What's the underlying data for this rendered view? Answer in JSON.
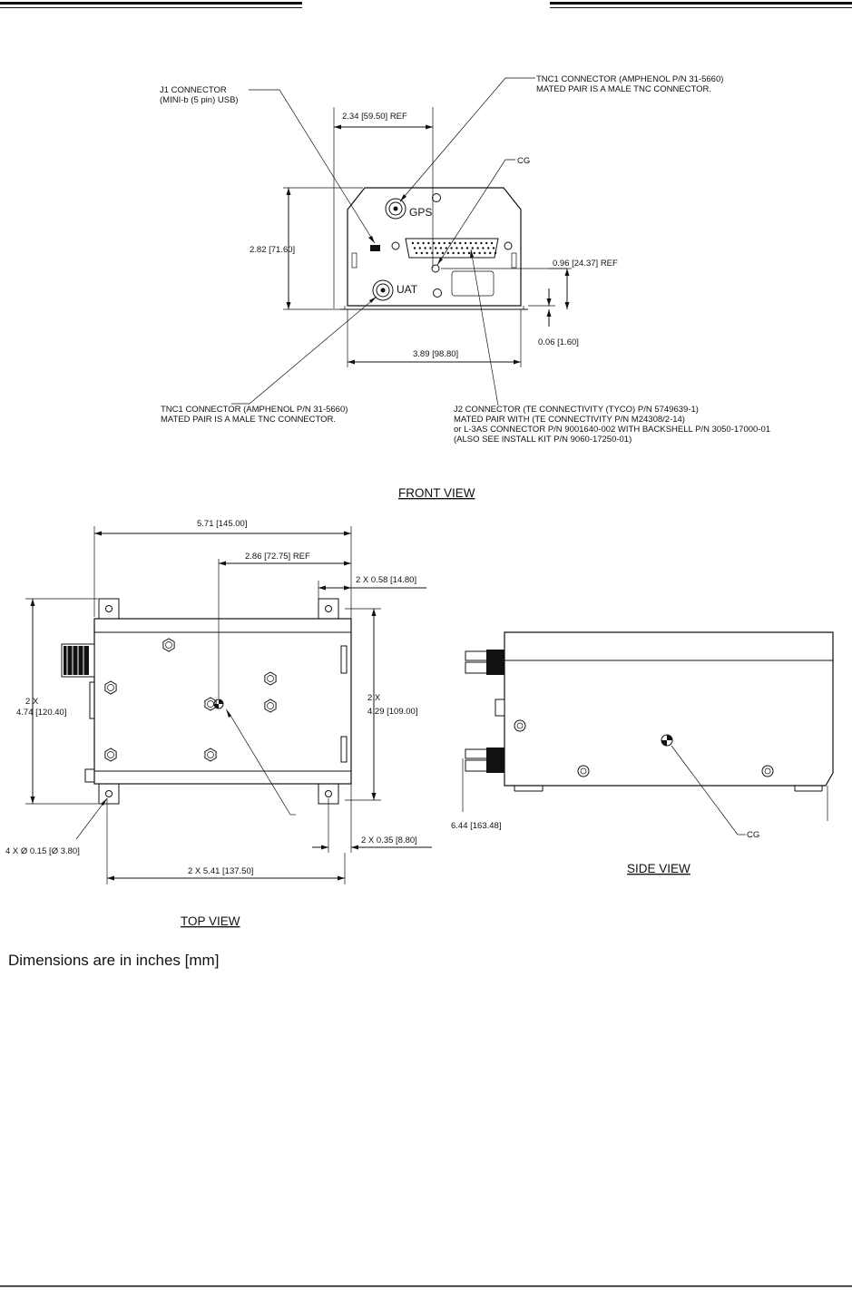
{
  "front_view": {
    "title": "FRONT VIEW",
    "j1_callout": [
      "J1 CONNECTOR",
      "(MINI-b (5 pin) USB)"
    ],
    "tnc1_top_callout": [
      "TNC1 CONNECTOR (AMPHENOL P/N 31-5660)",
      "MATED PAIR IS A MALE TNC CONNECTOR."
    ],
    "cg_label": "CG",
    "gps_label": "GPS",
    "uat_label": "UAT",
    "dim_width_ref": "2.34 [59.50] REF",
    "dim_height": "2.82 [71.60]",
    "dim_cg_height": "0.96 [24.37] REF",
    "dim_base": "0.06 [1.60]",
    "dim_width": "3.89 [98.80]",
    "tnc1_bottom_callout": [
      "TNC1 CONNECTOR (AMPHENOL P/N 31-5660)",
      "MATED PAIR IS A MALE TNC CONNECTOR."
    ],
    "j2_callout": [
      "J2 CONNECTOR (TE CONNECTIVITY (TYCO) P/N 5749639-1)",
      "MATED PAIR WITH (TE CONNECTIVITY P/N M24308/2-14)",
      "or L-3AS CONNECTOR P/N 9001640-002 WITH BACKSHELL P/N 3050-17000-01",
      "(ALSO SEE INSTALL KIT P/N 9060-17250-01)"
    ]
  },
  "top_view": {
    "title": "TOP VIEW",
    "dim_overall": "5.71 [145.00]",
    "dim_cg_ref": "2.86 [72.75] REF",
    "dim_flange": "2 X 0.58 [14.80]",
    "dim_left_line1": "2 X",
    "dim_left_line2": "4.74 [120.40]",
    "dim_right_line1": "2 X",
    "dim_right_line2": "4.29 [109.00]",
    "dim_hole_dia": "4 X Ø 0.15 [Ø 3.80]",
    "dim_offset": "2 X 0.35 [8.80]",
    "dim_hole_span": "2 X 5.41 [137.50]"
  },
  "side_view": {
    "title": "SIDE VIEW",
    "dim_length": "6.44 [163.48]",
    "cg_label": "CG"
  },
  "footer_note": "Dimensions are in inches [mm]"
}
